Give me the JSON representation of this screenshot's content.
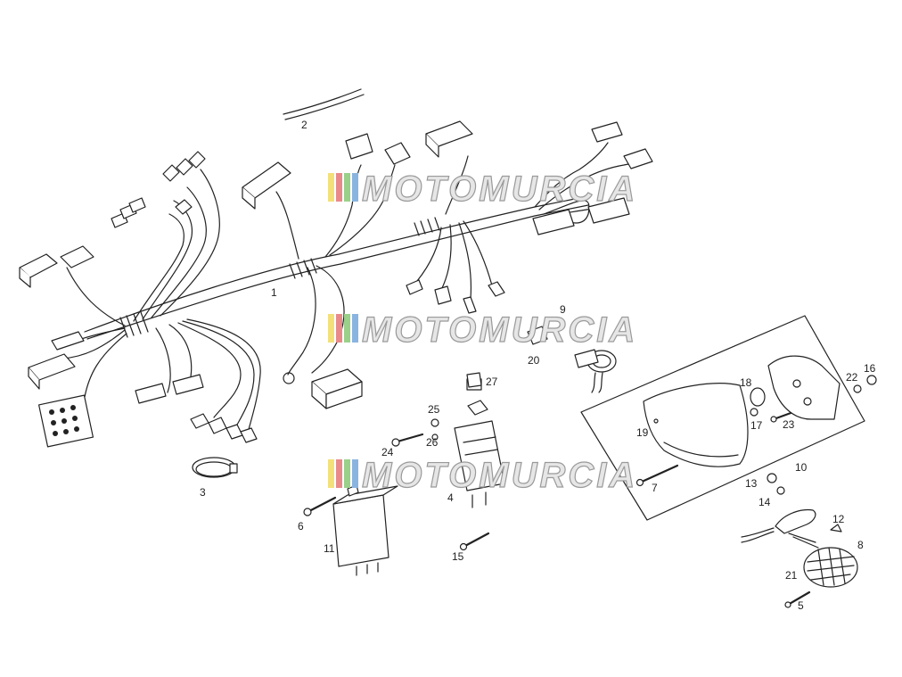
{
  "watermark": {
    "text": "MOTOMURCIA",
    "colors": [
      "#f4e07a",
      "#e88a8a",
      "#9ad08a",
      "#8ab4e0"
    ]
  },
  "callouts": {
    "c1": "1",
    "c2": "2",
    "c3": "3",
    "c4": "4",
    "c5": "5",
    "c6": "6",
    "c7": "7",
    "c8": "8",
    "c9": "9",
    "c10": "10",
    "c11": "11",
    "c12": "12",
    "c13": "13",
    "c14": "14",
    "c15": "15",
    "c16": "16",
    "c17": "17",
    "c18": "18",
    "c19": "19",
    "c20": "20",
    "c21": "21",
    "c22": "22",
    "c23": "23",
    "c24": "24",
    "c25": "25",
    "c26": "26",
    "c27": "27"
  }
}
